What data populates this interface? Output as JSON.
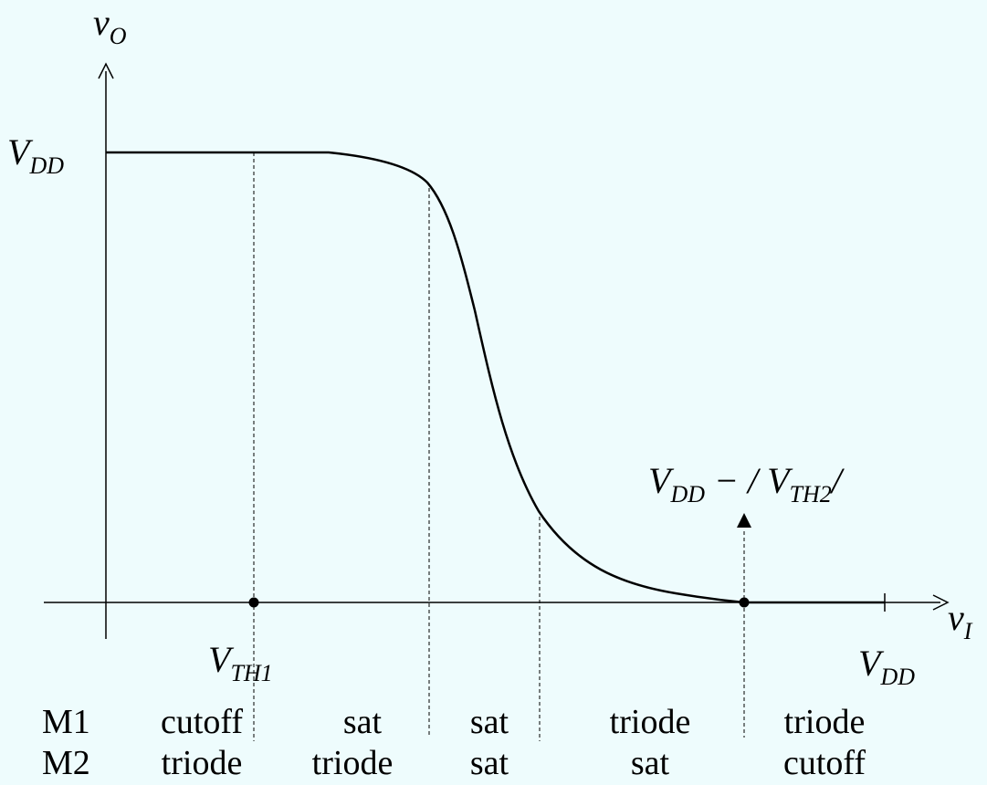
{
  "diagram": {
    "colors": {
      "background": "#eefcfd",
      "ink": "#000000"
    },
    "axes": {
      "y_label": {
        "main": "v",
        "sub": "O"
      },
      "x_label": {
        "main": "v",
        "sub": "I"
      }
    },
    "levels": {
      "vdd_y": {
        "main": "V",
        "sub": "DD"
      },
      "vth1": {
        "main": "V",
        "sub": "TH1"
      },
      "vdd_x": {
        "main": "V",
        "sub": "DD"
      },
      "vdd_minus_vth2": {
        "main": "V",
        "sub": "DD",
        "middle": " − / V",
        "sub2": "TH2",
        "end": "/"
      }
    },
    "regions": {
      "m1_label": "M1",
      "m2_label": "M2",
      "m1": [
        "cutoff",
        "sat",
        "sat",
        "triode",
        "triode"
      ],
      "m2": [
        "triode",
        "triode",
        "sat",
        "sat",
        "cutoff"
      ]
    }
  }
}
